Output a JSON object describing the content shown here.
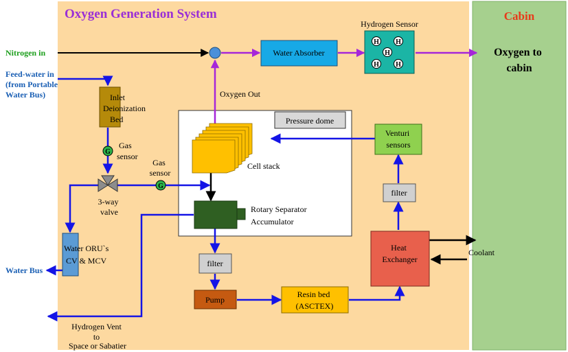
{
  "system_title": "Oxygen Generation System",
  "cabin_title": "Cabin",
  "colors": {
    "system_bg": "#fdd9a0",
    "cabin_bg": "#a6d08e",
    "water_line": "#1414e6",
    "oxygen_line": "#a626d9",
    "gas_line": "#000000",
    "title_purple": "#9a2fd6",
    "title_red": "#e83a1a"
  },
  "inputs": {
    "nitrogen": "Nitrogen in",
    "feed_water": [
      "Feed-water in",
      "(from Portable",
      "Water Bus)"
    ]
  },
  "outputs": {
    "water_bus": "Water Bus",
    "hydrogen_vent": [
      "Hydrogen Vent",
      "to",
      "Space or Sabatier"
    ],
    "oxygen_to_cabin": [
      "Oxygen to",
      "cabin"
    ],
    "oxygen_out": "Oxygen Out",
    "coolant": "Coolant"
  },
  "components": {
    "water_absorber": "Water Absorber",
    "hydrogen_sensor": "Hydrogen Sensor",
    "hydrogen_symbol": "H",
    "deionization_bed": [
      "Inlet",
      "Deionization",
      "Bed"
    ],
    "gas_sensor": [
      "Gas",
      "sensor"
    ],
    "gas_sensor_symbol": "G",
    "three_way_valve": [
      "3-way",
      "valve"
    ],
    "water_oru": [
      "Water ORU`s",
      "CV & MCV"
    ],
    "pressure_dome": "Pressure dome",
    "cell_stack": "Cell stack",
    "venturi_sensors": [
      "Venturi",
      "sensors"
    ],
    "filter": "filter",
    "rotary_separator": [
      "Rotary Separator",
      "Accumulator"
    ],
    "heat_exchanger": [
      "Heat",
      "Exchanger"
    ],
    "pump": "Pump",
    "resin_bed": [
      "Resin bed",
      "(ASCTEX)"
    ]
  }
}
